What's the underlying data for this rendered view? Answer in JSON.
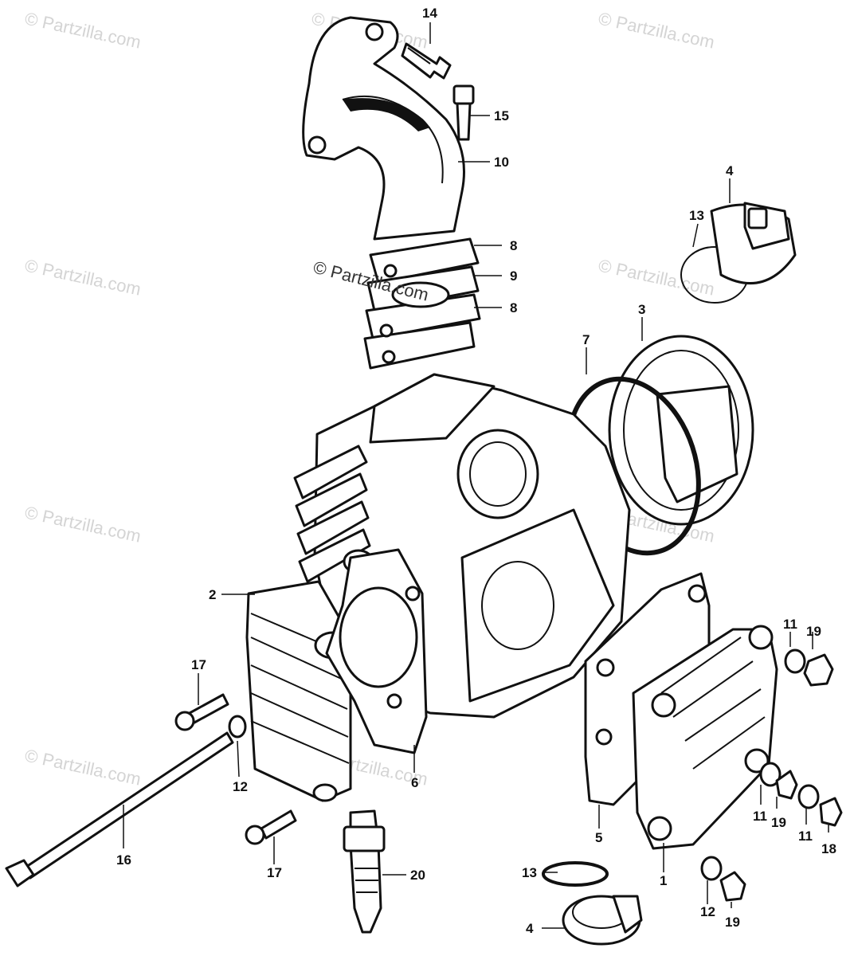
{
  "watermark": "© Partzilla.com",
  "watermark_center": "© Partzilla.com",
  "callouts": [
    "14",
    "15",
    "10",
    "4",
    "13",
    "8",
    "9",
    "8",
    "3",
    "7",
    "2",
    "11",
    "19",
    "17",
    "12",
    "6",
    "16",
    "17",
    "5",
    "11",
    "19",
    "11",
    "18",
    "1",
    "13",
    "20",
    "4",
    "12",
    "19"
  ]
}
